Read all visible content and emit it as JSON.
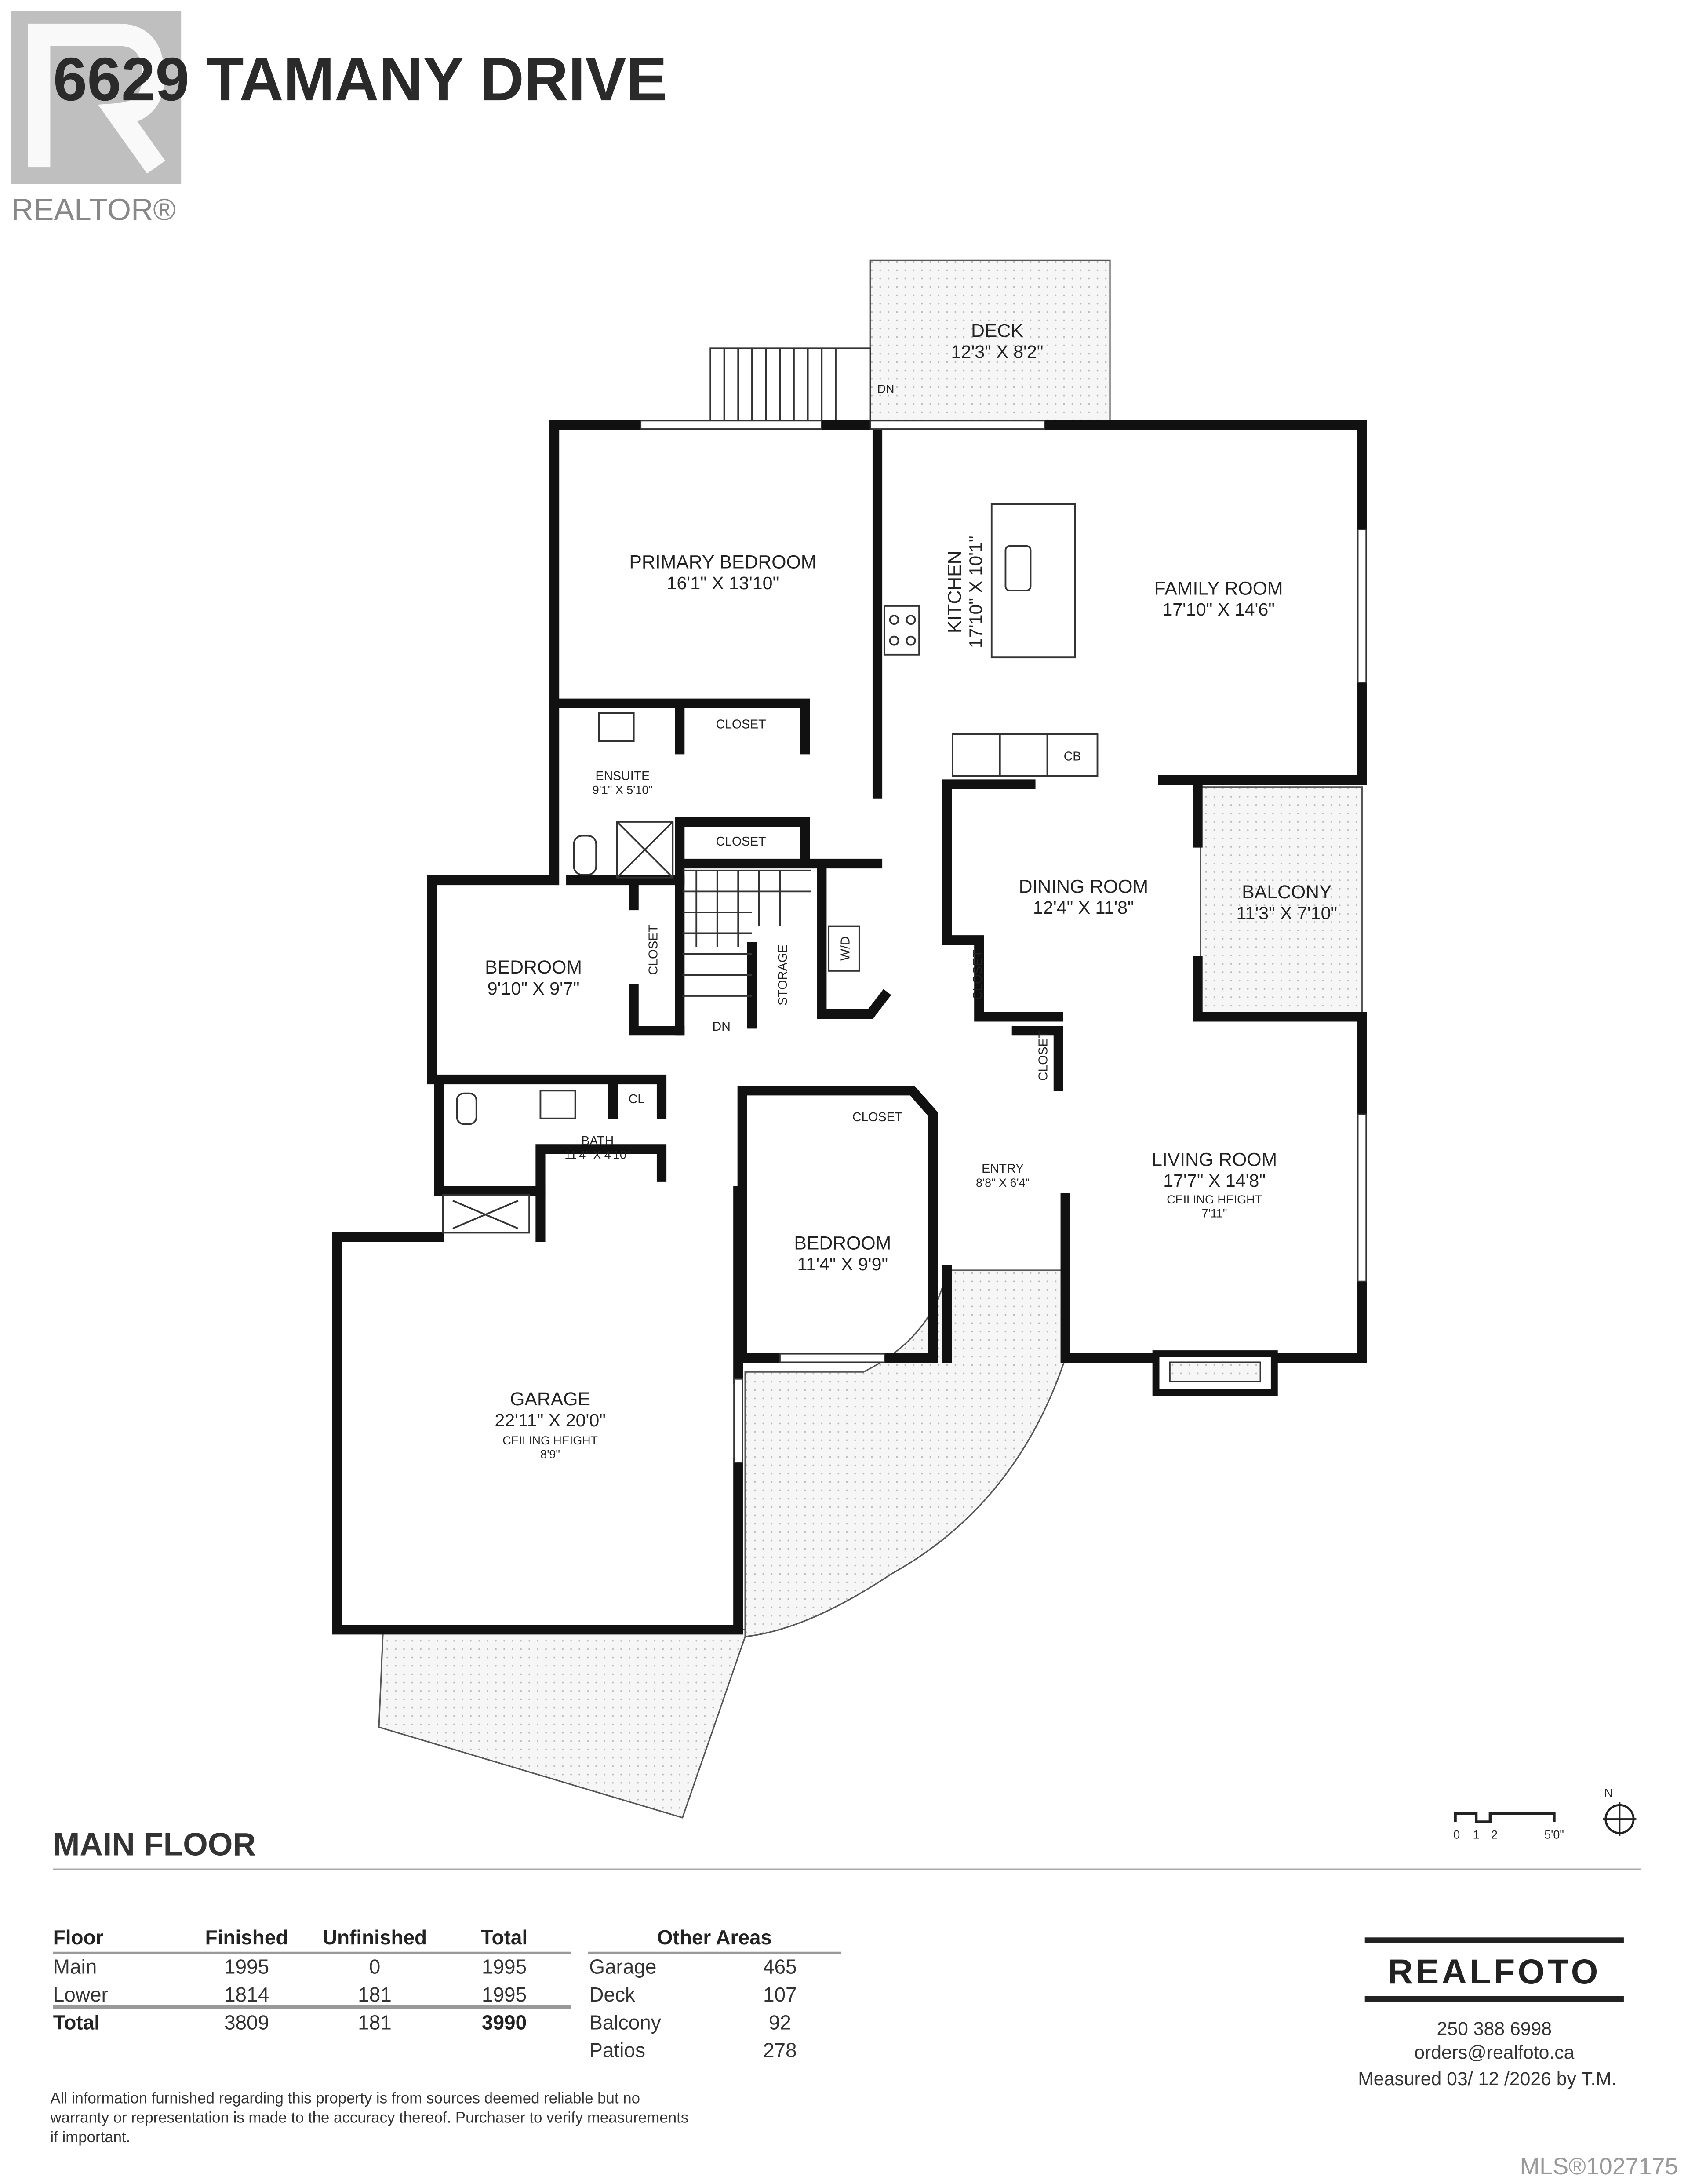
{
  "header": {
    "title": "6629 TAMANY DRIVE",
    "logo_text": "REALTOR®"
  },
  "rooms": {
    "deck": {
      "name": "DECK",
      "dims": "12'3\" X 8'2\""
    },
    "primary_bedroom": {
      "name": "PRIMARY BEDROOM",
      "dims": "16'1\" X 13'10\""
    },
    "kitchen": {
      "name": "KITCHEN",
      "dims": "17'10\" X 10'1\""
    },
    "family_room": {
      "name": "FAMILY ROOM",
      "dims": "17'10\" X 14'6\""
    },
    "ensuite": {
      "name": "ENSUITE",
      "dims": "9'1\" X 5'10\""
    },
    "dining_room": {
      "name": "DINING ROOM",
      "dims": "12'4\" X 11'8\""
    },
    "balcony": {
      "name": "BALCONY",
      "dims": "11'3\" X 7'10\""
    },
    "bedroom1": {
      "name": "BEDROOM",
      "dims": "9'10\" X 9'7\""
    },
    "bath": {
      "name": "BATH",
      "dims": "11'4\" X 4'10\""
    },
    "entry": {
      "name": "ENTRY",
      "dims": "8'8\" X 6'4\""
    },
    "living_room": {
      "name": "LIVING ROOM",
      "dims": "17'7\" X 14'8\"",
      "ceiling_label": "CEILING HEIGHT",
      "ceiling": "7'11\""
    },
    "bedroom2": {
      "name": "BEDROOM",
      "dims": "11'4\" X 9'9\""
    },
    "garage": {
      "name": "GARAGE",
      "dims": "22'11\" X 20'0\"",
      "ceiling_label": "CEILING HEIGHT",
      "ceiling": "8'9\""
    }
  },
  "labels": {
    "closet": "CLOSET",
    "cb": "CB",
    "storage": "STORAGE",
    "wd": "W/D",
    "dn": "DN",
    "cl": "CL"
  },
  "scale": {
    "t0": "0",
    "t1": "1",
    "t2": "2",
    "t5": "5'0\"",
    "north": "N"
  },
  "floor_label": "MAIN FLOOR",
  "area_table": {
    "headers": [
      "Floor",
      "Finished",
      "Unfinished",
      "Total"
    ],
    "rows": [
      [
        "Main",
        "1995",
        "0",
        "1995"
      ],
      [
        "Lower",
        "1814",
        "181",
        "1995"
      ]
    ],
    "total": [
      "Total",
      "3809",
      "181",
      "3990"
    ]
  },
  "other_areas": {
    "header": "Other Areas",
    "rows": [
      [
        "Garage",
        "465"
      ],
      [
        "Deck",
        "107"
      ],
      [
        "Balcony",
        "92"
      ],
      [
        "Patios",
        "278"
      ]
    ]
  },
  "company": {
    "name": "REALFOTO",
    "phone": "250 388 6998",
    "email": "orders@realfoto.ca",
    "measured": "Measured 03/ 12 /2026 by T.M."
  },
  "disclaimer": [
    "All information furnished regarding this property is from sources deemed reliable but no",
    "warranty or representation is made to the accuracy thereof. Purchaser to verify measurements",
    "if important."
  ],
  "mls": "MLS®1027175"
}
